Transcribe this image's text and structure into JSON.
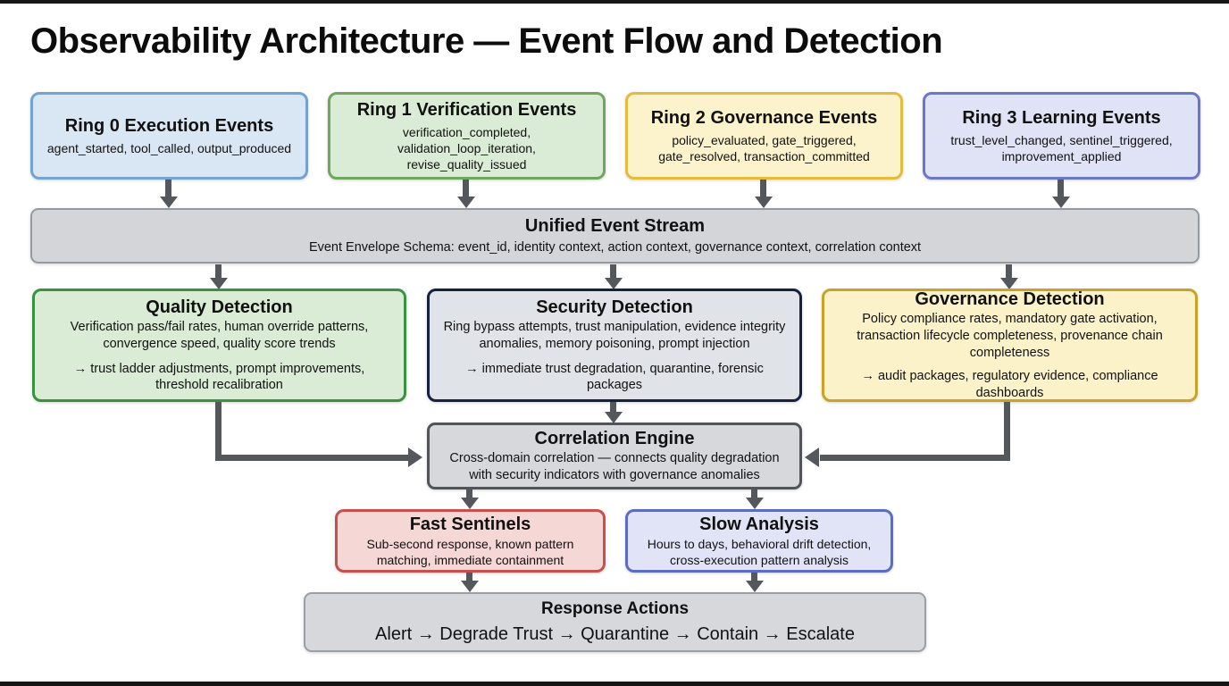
{
  "title": "Observability Architecture — Event Flow and Detection",
  "colors": {
    "ring0_fill": "#d9e6f4",
    "ring0_border": "#75a3d1",
    "ring1_fill": "#daecd5",
    "ring1_border": "#6ea85f",
    "ring2_fill": "#fcf2cc",
    "ring2_border": "#e4bb3c",
    "ring3_fill": "#e0e2f6",
    "ring3_border": "#6b76c9",
    "stream_fill": "#d3d5d9",
    "stream_border": "#949aa1",
    "quality_border": "#3a9142",
    "security_fill": "#e0e3e8",
    "security_border": "#16213e",
    "governance_fill": "#fcf2ca",
    "governance_border": "#c9a227",
    "correlation_fill": "#d6d8dc",
    "correlation_border": "#515559",
    "fast_fill": "#f5d7d6",
    "fast_border": "#c6504e",
    "slow_fill": "#e1e3f7",
    "slow_border": "#5d6cc2",
    "response_fill": "#d6d8dc",
    "response_border": "#9aa0a7",
    "arrow": "#54585d"
  },
  "ring_boxes": [
    {
      "title": "Ring 0 Execution Events",
      "subtitle": "agent_started, tool_called, output_produced"
    },
    {
      "title": "Ring 1 Verification Events",
      "subtitle": "verification_completed, validation_loop_iteration, revise_quality_issued"
    },
    {
      "title": "Ring 2 Governance Events",
      "subtitle": "policy_evaluated, gate_triggered, gate_resolved, transaction_committed"
    },
    {
      "title": "Ring 3 Learning Events",
      "subtitle": "trust_level_changed, sentinel_triggered, improvement_applied"
    }
  ],
  "event_stream": {
    "title": "Unified Event Stream",
    "subtitle": "Event Envelope Schema: event_id, identity context, action context, governance context, correlation context"
  },
  "detectors": [
    {
      "title": "Quality Detection",
      "signals": "Verification pass/fail rates, human override patterns, convergence speed, quality score trends",
      "outputs": "→ trust ladder adjustments, prompt improvements, threshold recalibration"
    },
    {
      "title": "Security Detection",
      "signals": "Ring bypass attempts, trust manipulation, evidence integrity anomalies, memory poisoning, prompt injection",
      "outputs": "→ immediate trust degradation, quarantine, forensic packages"
    },
    {
      "title": "Governance Detection",
      "signals": "Policy compliance rates, mandatory gate activation, transaction lifecycle completeness, provenance chain completeness",
      "outputs": "→ audit packages, regulatory evidence, compliance dashboards"
    }
  ],
  "correlation_engine": {
    "title": "Correlation Engine",
    "subtitle": "Cross-domain correlation — connects quality degradation with security indicators with governance anomalies"
  },
  "sentinels": [
    {
      "title": "Fast Sentinels",
      "subtitle": "Sub-second response, known pattern matching, immediate containment"
    },
    {
      "title": "Slow Analysis",
      "subtitle": "Hours to days, behavioral drift detection, cross-execution pattern analysis"
    }
  ],
  "response_actions": {
    "title": "Response Actions",
    "subtitle": "Alert → Degrade Trust → Quarantine → Contain → Escalate"
  }
}
